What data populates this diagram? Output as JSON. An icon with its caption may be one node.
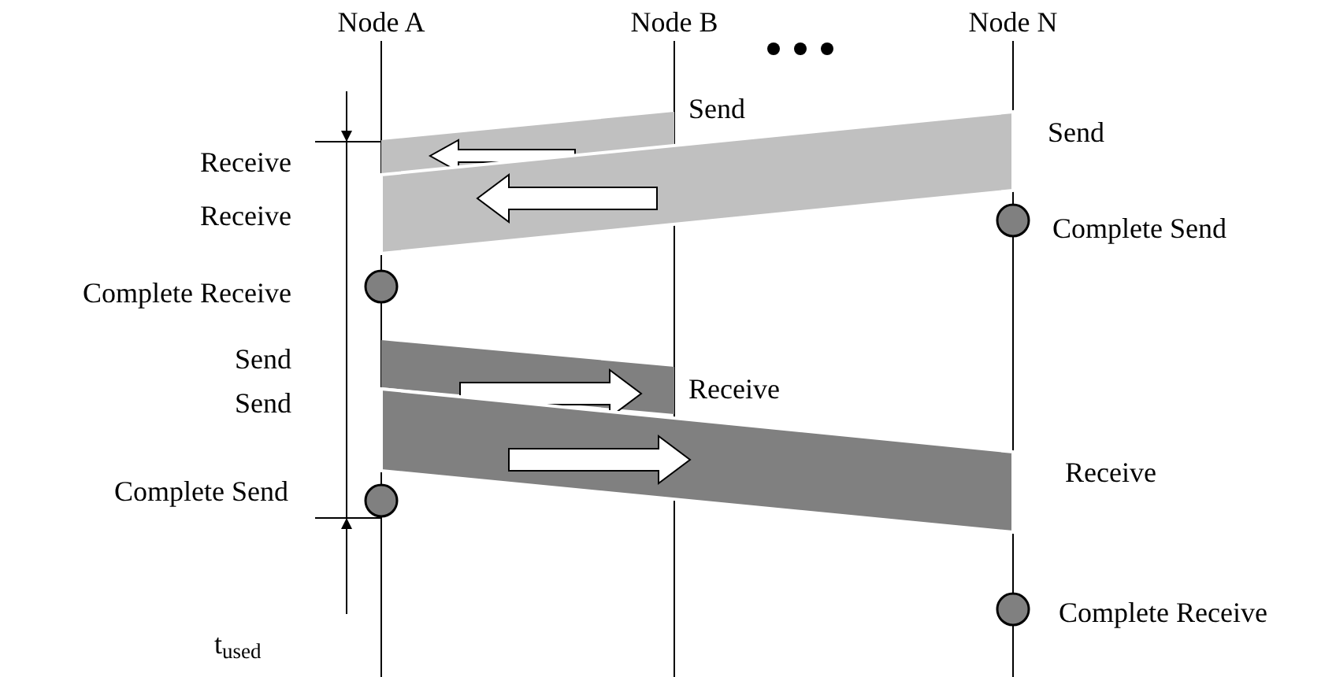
{
  "diagram": {
    "labels": [
      "Node A",
      "Node B",
      "Node N",
      "Send",
      "Send",
      "Receive",
      "Receive",
      "Complete Send",
      "Complete Receive",
      "Send",
      "Send",
      "Receive",
      "Receive",
      "Complete Send",
      "Complete Receive",
      "t$_{used}$"
    ]
  }
}
